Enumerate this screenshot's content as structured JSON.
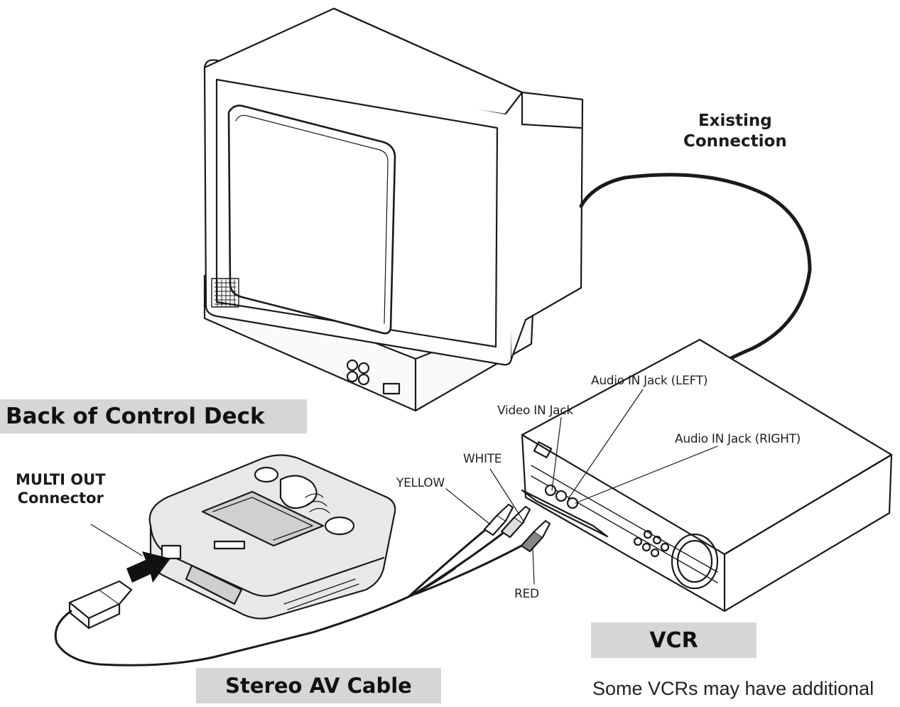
{
  "labels": {
    "existing_connection_line1": "Existing",
    "existing_connection_line2": "Connection",
    "audio_in_left": "Audio IN Jack (LEFT)",
    "video_in": "Video IN Jack",
    "audio_in_right": "Audio IN Jack (RIGHT)",
    "white": "WHITE",
    "yellow": "YELLOW",
    "red": "RED",
    "multi_out_line1": "MULTI OUT",
    "multi_out_line2": "Connector"
  },
  "banners": {
    "back_of_control_deck": "Back of Control Deck",
    "vcr": "VCR",
    "stereo_av_cable": "Stereo AV Cable"
  },
  "note": "Some VCRs may have additional"
}
